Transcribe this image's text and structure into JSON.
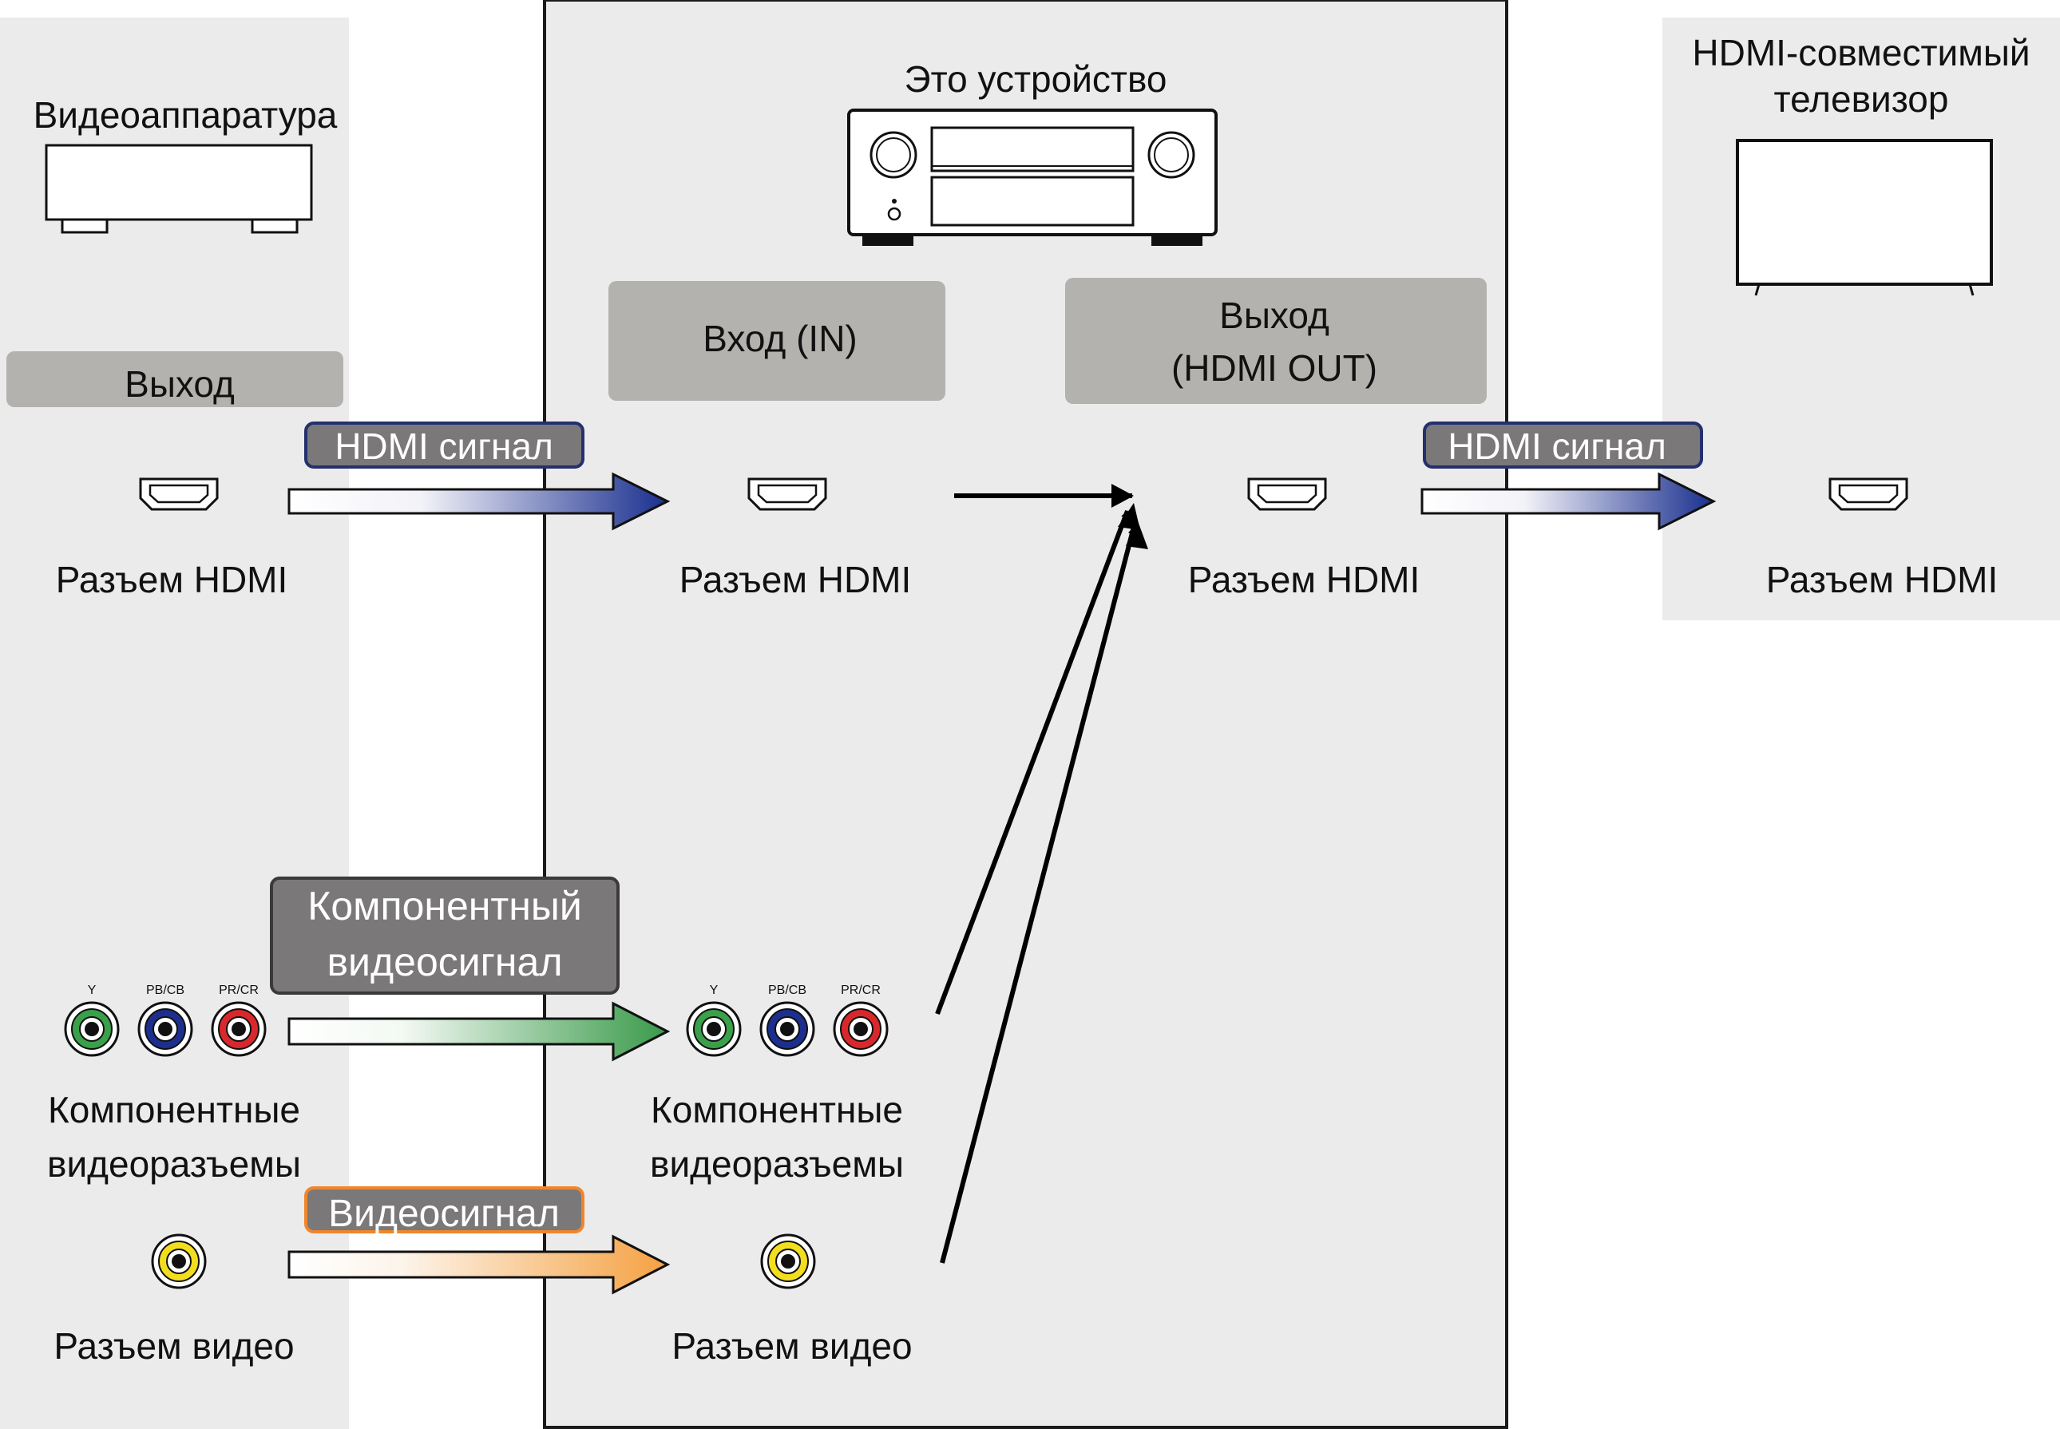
{
  "source": {
    "title": "Видеоаппаратура",
    "output_label": "Выход",
    "hdmi_connector": "Разъем HDMI",
    "component_connector_line1": "Компонентные",
    "component_connector_line2": "видеоразъемы",
    "video_connector": "Разъем видео"
  },
  "device": {
    "title": "Это устройство",
    "input_label": "Вход (IN)",
    "output_label_line1": "Выход",
    "output_label_line2": "(HDMI OUT)",
    "hdmi_in_connector": "Разъем HDMI",
    "hdmi_out_connector": "Разъем HDMI",
    "component_connector_line1": "Компонентные",
    "component_connector_line2": "видеоразъемы",
    "video_connector": "Разъем видео"
  },
  "tv": {
    "title_line1": "HDMI-совместимый",
    "title_line2": "телевизор",
    "hdmi_connector": "Разъем HDMI"
  },
  "signals": {
    "hdmi_in": "HDMI сигнал",
    "hdmi_out": "HDMI сигнал",
    "component_line1": "Компонентный",
    "component_line2": "видеосигнал",
    "video": "Видеосигнал"
  },
  "jack_labels": {
    "y": "Y",
    "pb": "PB/CB",
    "pr": "PR/CR"
  },
  "colors": {
    "panel_bg": "#ebebeb",
    "label_box": "#b4b2ae",
    "hdmi_arrow": "#1a2f8f",
    "component_arrow": "#3a9a4a",
    "video_arrow": "#f5a142",
    "signal_tag": "#7a7878",
    "hdmi_tag_border": "#24306e",
    "component_tag_border": "#3a3a3a",
    "video_tag_border": "#f0862c"
  }
}
